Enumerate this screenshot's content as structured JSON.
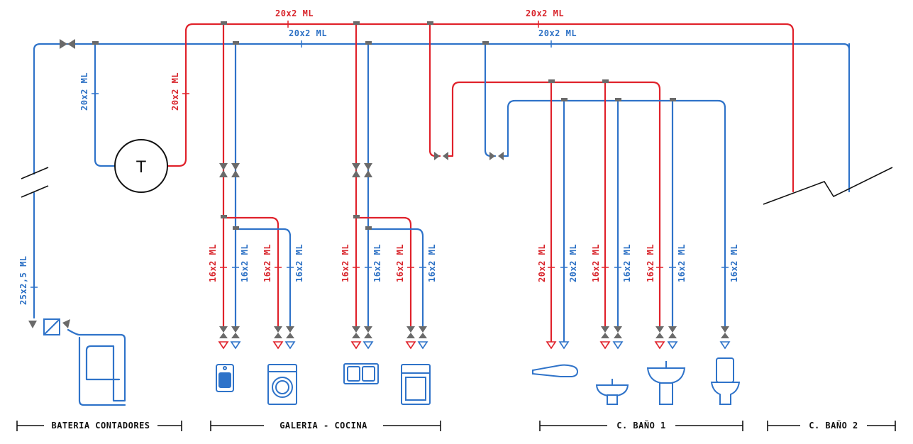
{
  "labels": {
    "hot_main_1": "20x2 ML",
    "hot_main_2": "20x2 ML",
    "cold_main_1": "20x2 ML",
    "cold_main_2": "20x2 ML",
    "cold_to_heater": "20x2 ML",
    "hot_from_heater": "20x2 ML",
    "supply": "25x2,5 ML",
    "heater": "T"
  },
  "galeria_cocina": [
    "16x2 ML",
    "16x2 ML",
    "16x2 ML",
    "16x2 ML",
    "16x2 ML",
    "16x2 ML",
    "16x2 ML",
    "16x2 ML"
  ],
  "bano1": [
    "20x2 ML",
    "20x2 ML",
    "16x2 ML",
    "16x2 ML",
    "16x2 ML",
    "16x2 ML",
    "16x2 ML"
  ],
  "sections": {
    "bateria": "BATERIA CONTADORES",
    "galeria": "GALERIA - COCINA",
    "bano1": "C. BAÑO 1",
    "bano2": "C. BAÑO 2"
  },
  "colors": {
    "hot": "#e0222b",
    "cold": "#2f73c9"
  }
}
